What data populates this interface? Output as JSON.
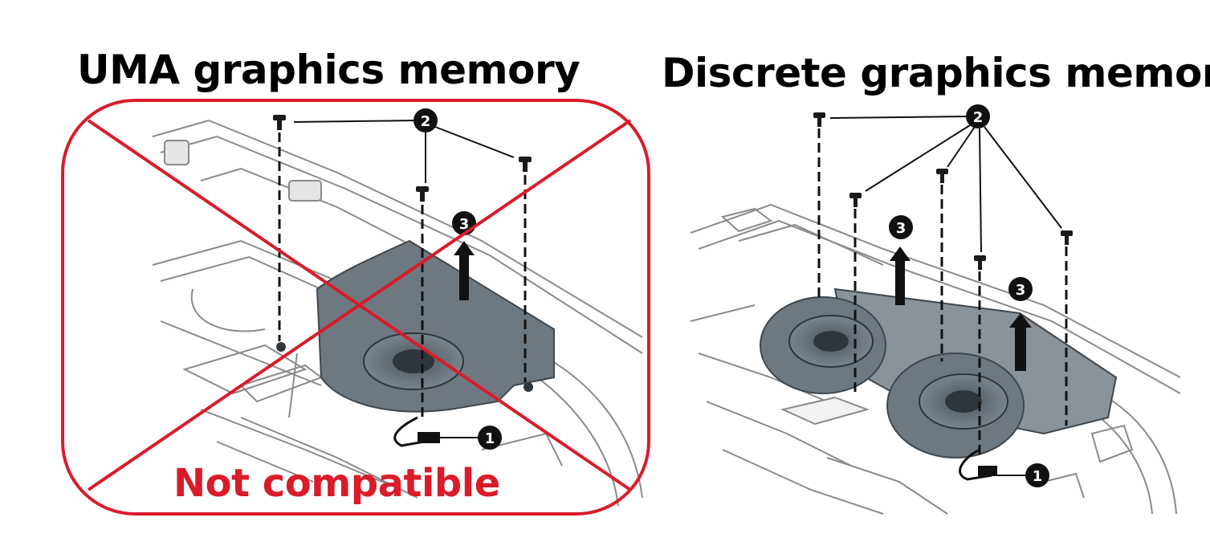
{
  "titles": {
    "uma": "UMA graphics memory",
    "discrete": "Discrete graphics memory"
  },
  "uma_panel": {
    "stamp_text": "Not compatible",
    "callouts": [
      "2",
      "3",
      "1"
    ]
  },
  "discrete_panel": {
    "callouts": [
      "2",
      "3",
      "3",
      "1"
    ]
  },
  "colors": {
    "stamp_red": "#d91c2a",
    "fan_gray": "#6e7880",
    "fan_dark": "#3e474e",
    "line_art": "#8a8a8a",
    "callout_fill": "#111111"
  }
}
